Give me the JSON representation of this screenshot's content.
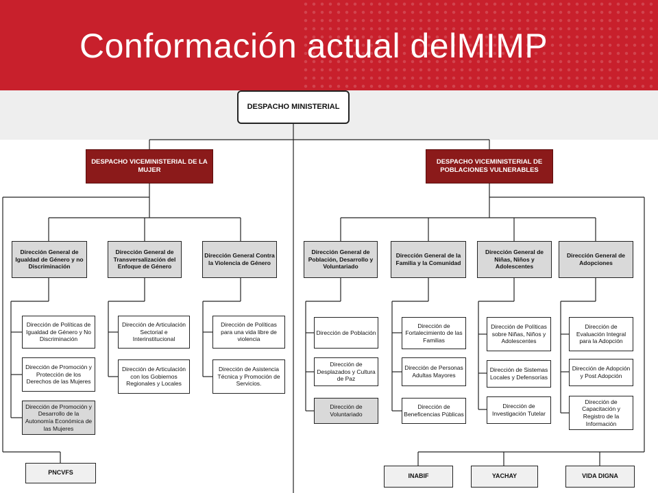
{
  "title": "Conformación actual delMIMP",
  "despacho": "DESPACHO MINISTERIAL",
  "vice_mujer": "DESPACHO VICEMINISTERIAL DE LA MUJER",
  "vice_pob": "DESPACHO VICEMINISTERIAL DE POBLACIONES VULNERABLES",
  "dg": {
    "igualdad": "Dirección General de Igualdad de Género y no Discriminación",
    "transv": "Dirección General de Transversalización del Enfoque de Género",
    "violencia": "Dirección General Contra la Violencia de Género",
    "poblacion": "Dirección General de Población, Desarrollo y Voluntariado",
    "familia": "Dirección General de la Familia y la Comunidad",
    "ninos": "Dirección General de Niñas, Niños y Adolescentes",
    "adopciones": "Dirección General de Adopciones"
  },
  "sub": {
    "igualdad": [
      "Dirección de Políticas de Igualdad de Género y No Discriminación",
      "Dirección de Promoción y Protección de los Derechos de las Mujeres",
      "Dirección de Promoción y Desarrollo de la Autonomía Económica de las Mujeres"
    ],
    "transv": [
      "Dirección de Articulación Sectorial e Interinstitucional",
      "Dirección de Articulación con los Gobiernos Regionales y Locales"
    ],
    "violencia": [
      "Dirección de Políticas para una vida libre de violencia",
      "Dirección de Asistencia Técnica y Promoción de Servicios."
    ],
    "poblacion": [
      "Dirección de Población",
      "Dirección de Desplazados y Cultura de Paz",
      "Dirección de Voluntariado"
    ],
    "familia": [
      "Dirección de Fortalecimiento de las Familias",
      "Dirección de Personas Adultas Mayores",
      "Dirección de Beneficencias Públicas"
    ],
    "ninos": [
      "Dirección de Políticas sobre Niñas, Niños y Adolescentes",
      "Dirección de Sistemas Locales y Defensorías",
      "Dirección de Investigación Tutelar"
    ],
    "adopciones": [
      "Dirección de Evaluación Integral para la Adopción",
      "Dirección de Adopción y Post Adopción",
      "Dirección de Capacitación y Registro de la Información"
    ]
  },
  "programs": [
    "PNCVFS",
    "INABIF",
    "YACHAY",
    "VIDA DIGNA"
  ]
}
